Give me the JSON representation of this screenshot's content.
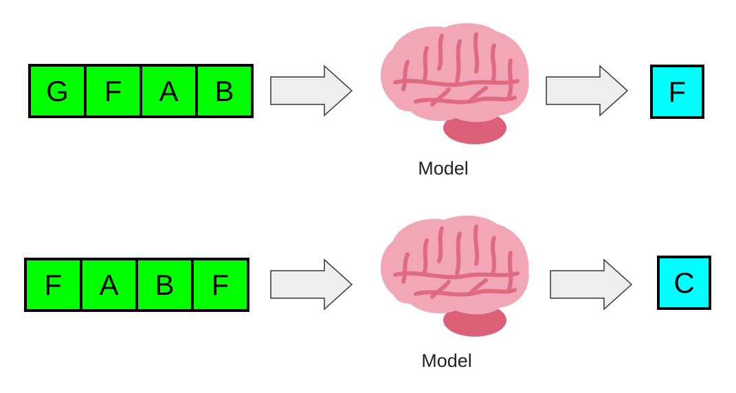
{
  "diagram": {
    "rows": [
      {
        "input_tokens": [
          "G",
          "F",
          "A",
          "B"
        ],
        "model_label": "Model",
        "output_token": "F"
      },
      {
        "input_tokens": [
          "F",
          "A",
          "B",
          "F"
        ],
        "model_label": "Model",
        "output_token": "C"
      }
    ]
  },
  "colors": {
    "input_fill": "#00ff00",
    "output_fill": "#00ffff",
    "arrow_fill": "#eeeeee",
    "brain_pink": "#f2a7b7",
    "brain_lines": "#e06a82",
    "cerebellum": "#dc5f78"
  }
}
